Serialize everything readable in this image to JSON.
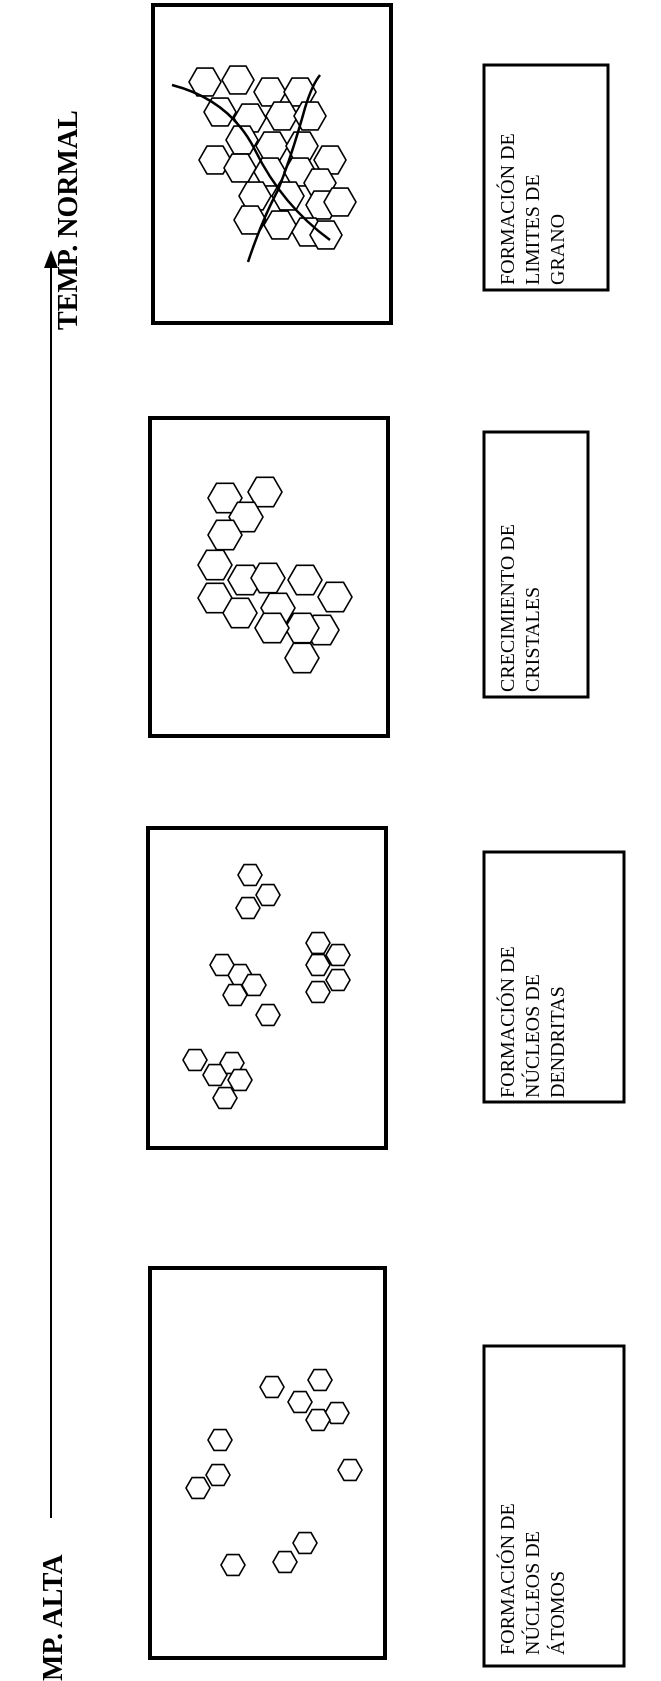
{
  "axis": {
    "start_label": "MP. ALTA",
    "end_label": "TEMP. NORMAL"
  },
  "stages": [
    {
      "caption": [
        "FORMACIÓN DE",
        "NÚCLEOS DE",
        "ÁTOMOS"
      ]
    },
    {
      "caption": [
        "FORMACIÓN DE",
        "NÚCLEOS DE",
        "DENDRITAS"
      ]
    },
    {
      "caption": [
        "CRECIMIENTO DE",
        "CRISTALES"
      ]
    },
    {
      "caption": [
        "FORMACIÓN DE",
        "LIMITES DE",
        "GRANO"
      ]
    }
  ]
}
